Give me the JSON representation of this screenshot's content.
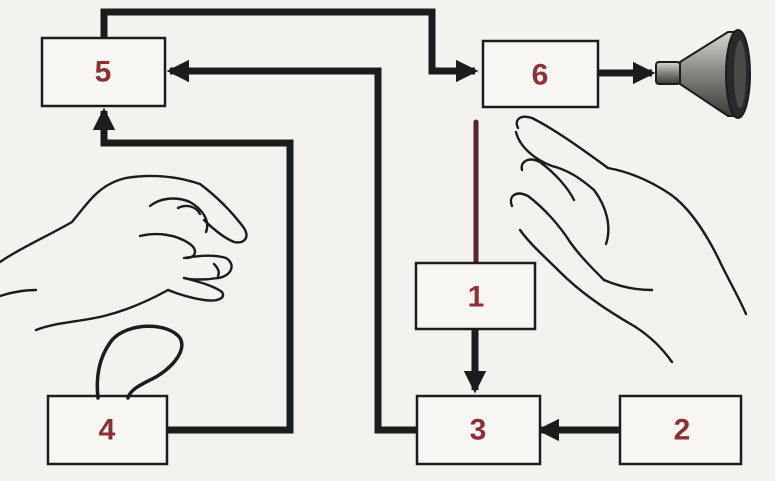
{
  "diagram": {
    "boxes": {
      "b5": {
        "label": "5"
      },
      "b6": {
        "label": "6"
      },
      "b1": {
        "label": "1"
      },
      "b4": {
        "label": "4"
      },
      "b3": {
        "label": "3"
      },
      "b2": {
        "label": "2"
      }
    },
    "colors": {
      "background": "#f3f2ee",
      "box_fill": "#f7f6f2",
      "line": "#1c1c1c",
      "label": "#8e2f38",
      "rod": "#5a2428"
    },
    "icons": [
      "left-hand-icon",
      "right-hand-icon",
      "loudspeaker-icon",
      "wire-loop-icon"
    ]
  }
}
